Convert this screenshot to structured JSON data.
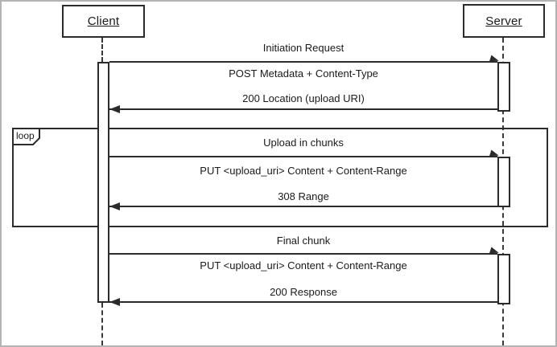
{
  "diagram": {
    "kind": "sequence-diagram",
    "actors": [
      {
        "label": "Client"
      },
      {
        "label": "Server"
      }
    ],
    "loop_fragment": {
      "label": "loop"
    },
    "sections": [
      {
        "title": "Initiation Request",
        "request": "POST Metadata + Content-Type",
        "response": "200 Location (upload URI)"
      },
      {
        "title": "Upload in chunks",
        "request": "PUT <upload_uri> Content + Content-Range",
        "response": "308 Range"
      },
      {
        "title": "Final chunk",
        "request": "PUT <upload_uri> Content + Content-Range",
        "response": "200 Response"
      }
    ],
    "colors": {
      "line": "#2b2b2b",
      "text": "#1a1a1a",
      "background": "#ffffff",
      "canvas_border": "#b3b3b3"
    }
  }
}
